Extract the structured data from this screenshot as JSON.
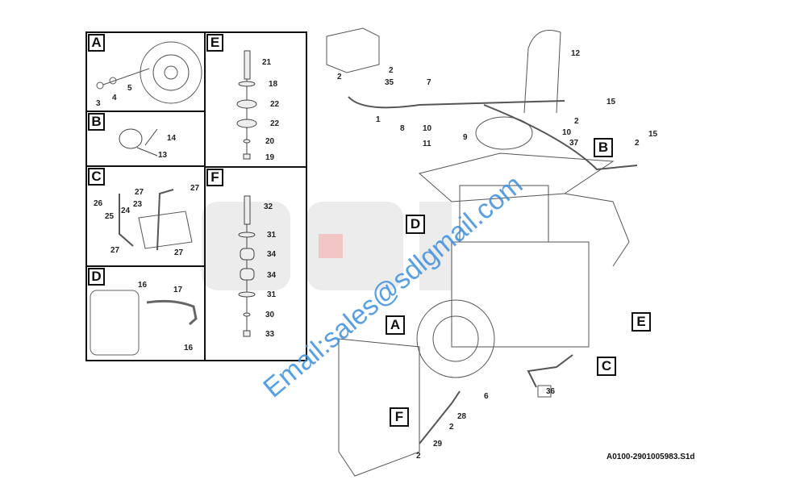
{
  "panels": {
    "A": "A",
    "B": "B",
    "C": "C",
    "D": "D",
    "E": "E",
    "F": "F"
  },
  "panel_parts": {
    "A": [
      "3",
      "4",
      "5"
    ],
    "B": [
      "14",
      "13"
    ],
    "C": [
      "27",
      "27",
      "26",
      "23",
      "25",
      "24",
      "27",
      "27"
    ],
    "D": [
      "16",
      "17",
      "16"
    ],
    "E": [
      "21",
      "18",
      "22",
      "22",
      "20",
      "19"
    ],
    "F": [
      "32",
      "31",
      "34",
      "34",
      "31",
      "30",
      "33"
    ]
  },
  "main_parts": [
    "2",
    "2",
    "35",
    "7",
    "1",
    "8",
    "10",
    "11",
    "9",
    "12",
    "15",
    "2",
    "10",
    "37",
    "2",
    "15",
    "6",
    "36",
    "28",
    "2",
    "29",
    "2"
  ],
  "callouts": {
    "B": "B",
    "D": "D",
    "A": "A",
    "E": "E",
    "C": "C",
    "F": "F"
  },
  "watermark": "Email:sales@sdlgmail.com",
  "drawing_id": "A0100-2901005983.S1d",
  "colors": {
    "watermark": "#3b8fe0",
    "line": "#111111"
  }
}
